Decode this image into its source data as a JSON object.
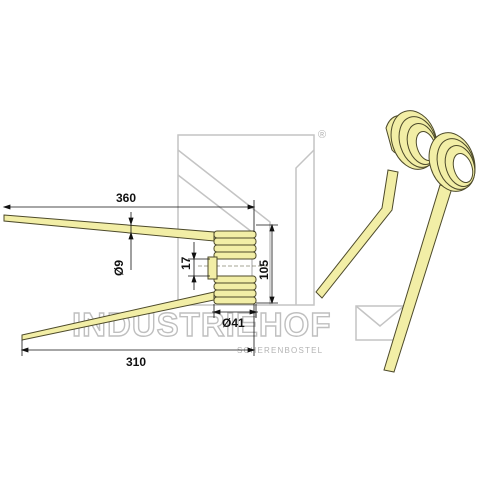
{
  "watermark": {
    "company": "INDUSTRIEHOF",
    "location": "SCHERENBOSTEL",
    "registered": "®"
  },
  "dimensions": {
    "upper_length": "360",
    "lower_length": "310",
    "wire_diameter": "Ø9",
    "coil_gap": "17",
    "total_height": "105",
    "coil_diameter": "Ø41"
  },
  "colors": {
    "tine_fill": "#f2eea6",
    "tine_stroke": "#4d4a2a",
    "dim_line": "#111111",
    "watermark": "#c4c4c4"
  }
}
